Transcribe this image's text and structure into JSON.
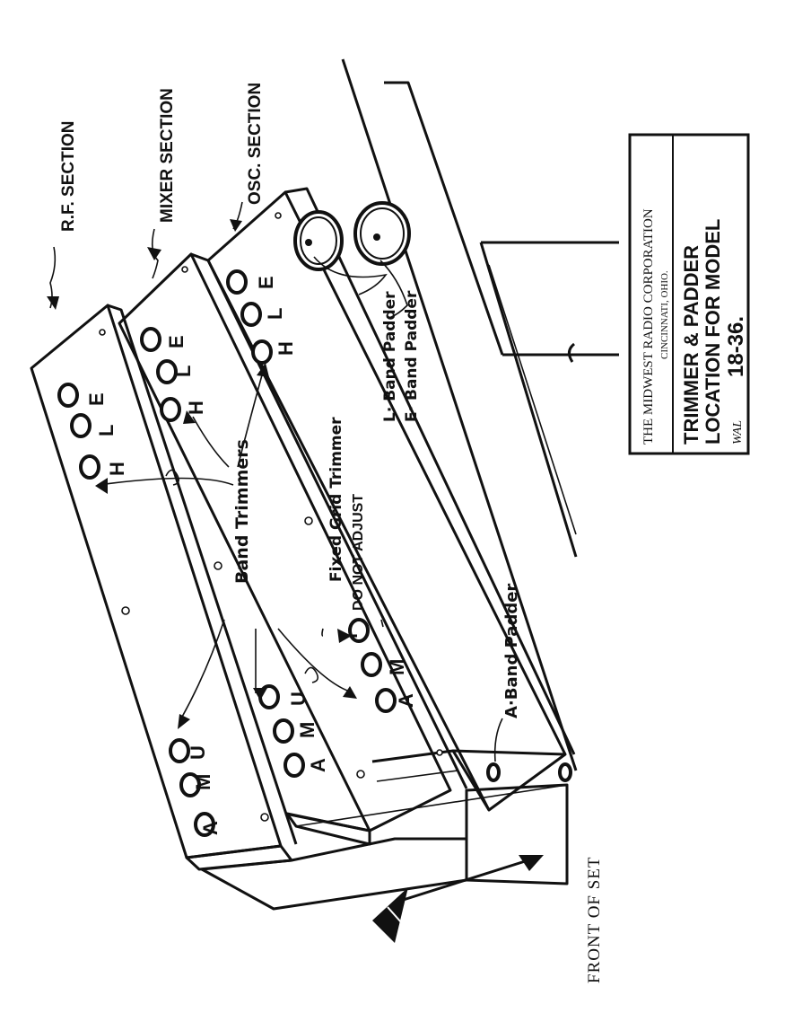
{
  "section_labels": {
    "rf": "R.F. SECTION",
    "mixer": "MIXER SECTION",
    "osc": "OSC. SECTION"
  },
  "band_letters_top": [
    "H",
    "L",
    "E"
  ],
  "band_letters_bottom": [
    "A",
    "M",
    "U"
  ],
  "callouts": {
    "band_trimmers": "Band Trimmers",
    "fixed_grid_trimmer": "Fixed Grid Trimmer",
    "do_not_adjust": "DO NOT ADJUST",
    "l_band_padder": "L· Band Padder",
    "e_band_padder": "E· Band Padder",
    "a_band_padder": "A·Band Padder",
    "front_of_set": "FRONT OF SET"
  },
  "title_block": {
    "company": "THE MIDWEST RADIO CORPORATION",
    "city": "CINCINNATI, OHIO.",
    "title_line1": "TRIMMER & PADDER",
    "title_line2": "LOCATION FOR MODEL",
    "model": "18-36.",
    "initials": "WAL"
  }
}
